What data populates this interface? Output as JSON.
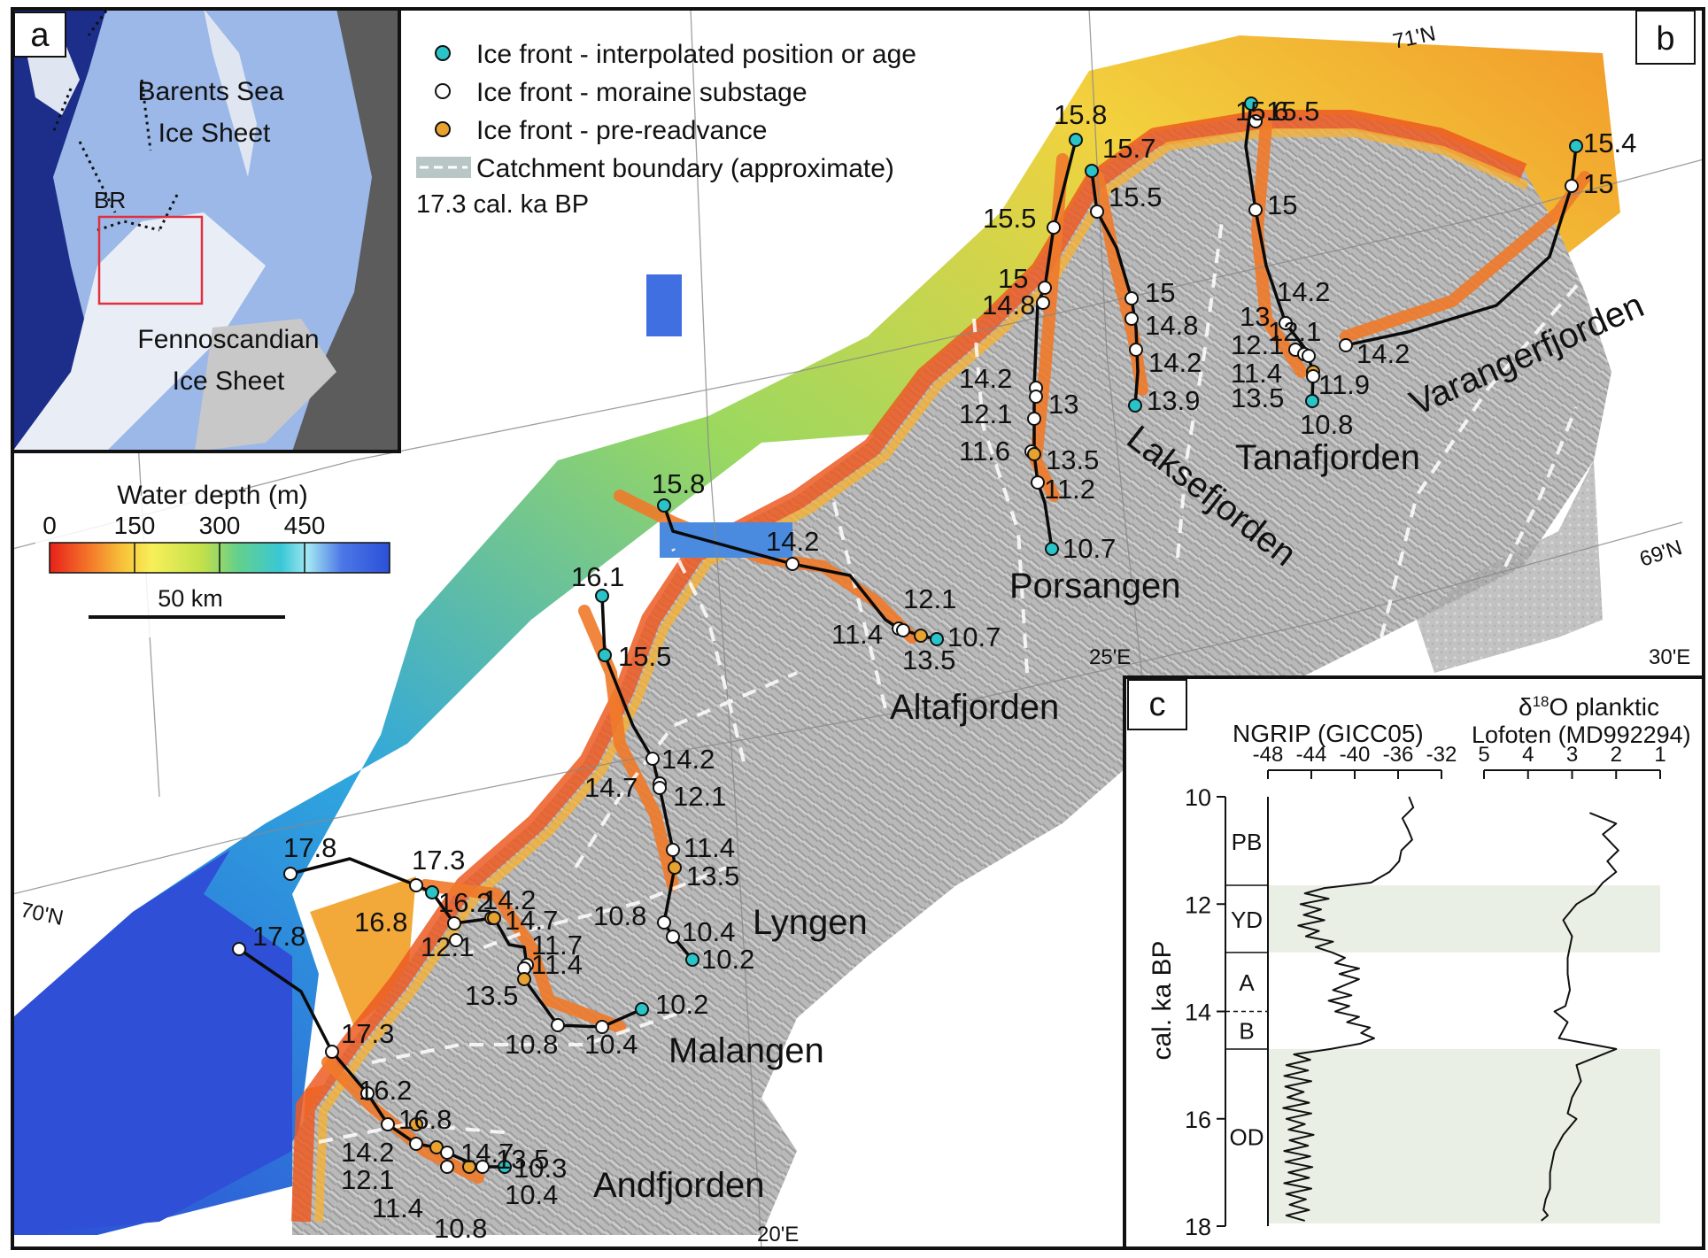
{
  "panels": {
    "a": "a",
    "b": "b",
    "c": "c"
  },
  "inset": {
    "barents": [
      "Barents Sea",
      "Ice Sheet"
    ],
    "fenno": [
      "Fennoscandian",
      "Ice Sheet"
    ],
    "br": "BR"
  },
  "legend": {
    "items": [
      {
        "label": "Ice front - interpolated position or age",
        "kind": "interp",
        "color": "#29c4c8"
      },
      {
        "label": "Ice front - moraine substage",
        "kind": "moraine",
        "color": "#ffffff"
      },
      {
        "label": "Ice front - pre-readvance",
        "kind": "pre",
        "color": "#e8a230"
      },
      {
        "label": "Catchment boundary (approximate)",
        "kind": "boundary",
        "color": "#b9c6c6"
      }
    ],
    "age_example": "17.3 cal. ka BP"
  },
  "depth_scale": {
    "title": "Water depth (m)",
    "ticks": [
      {
        "label": "0",
        "value": 0
      },
      {
        "label": "150",
        "value": 150
      },
      {
        "label": "300",
        "value": 300
      },
      {
        "label": "450",
        "value": 450
      }
    ],
    "max": 600,
    "colors": [
      "#e8201a",
      "#f47a2a",
      "#f7c53a",
      "#f7ef5a",
      "#c2e04a",
      "#66d08a",
      "#39c7d6",
      "#a2e6f2",
      "#4c77e6",
      "#2b50d8"
    ],
    "scale_bar": "50 km"
  },
  "graticule": {
    "n71": "71'N",
    "n69": "69'N",
    "n70": "70'N",
    "e25": "25'E",
    "e30": "30'E",
    "e20": "20'E"
  },
  "fjords": {
    "varanger": "Varangerfjorden",
    "tana": "Tanafjorden",
    "lakse": "Laksefjorden",
    "porsangen": "Porsangen",
    "alta": "Altafjorden",
    "lyngen": "Lyngen",
    "malangen": "Malangen",
    "andfjorden": "Andfjorden"
  },
  "ice_fronts": {
    "varanger": [
      {
        "age": "15.4",
        "kind": "interp"
      },
      {
        "age": "15",
        "kind": "moraine"
      },
      {
        "age": "14.2",
        "kind": "moraine"
      }
    ],
    "tana": [
      {
        "age": "15.6",
        "kind": "interp"
      },
      {
        "age": "15.5",
        "kind": "moraine"
      },
      {
        "age": "15",
        "kind": "moraine"
      },
      {
        "age": "14.2",
        "kind": "moraine"
      },
      {
        "age": "13",
        "kind": "moraine"
      },
      {
        "age": "12.1",
        "kind": "moraine"
      },
      {
        "age": "12.1",
        "kind": "moraine"
      },
      {
        "age": "11.4",
        "kind": "moraine"
      },
      {
        "age": "11.9",
        "kind": "pre"
      },
      {
        "age": "13.5",
        "kind": "moraine"
      },
      {
        "age": "10.8",
        "kind": "interp"
      }
    ],
    "lakse": [
      {
        "age": "15.7",
        "kind": "interp"
      },
      {
        "age": "15.5",
        "kind": "moraine"
      },
      {
        "age": "15",
        "kind": "moraine"
      },
      {
        "age": "14.8",
        "kind": "moraine"
      },
      {
        "age": "14.2",
        "kind": "moraine"
      },
      {
        "age": "13.9",
        "kind": "interp"
      }
    ],
    "porsangen": [
      {
        "age": "15.8",
        "kind": "interp"
      },
      {
        "age": "15.5",
        "kind": "moraine"
      },
      {
        "age": "15",
        "kind": "moraine"
      },
      {
        "age": "14.8",
        "kind": "moraine"
      },
      {
        "age": "14.2",
        "kind": "moraine"
      },
      {
        "age": "13",
        "kind": "moraine"
      },
      {
        "age": "12.1",
        "kind": "moraine"
      },
      {
        "age": "11.6",
        "kind": "moraine"
      },
      {
        "age": "13.5",
        "kind": "pre"
      },
      {
        "age": "11.2",
        "kind": "moraine"
      },
      {
        "age": "10.7",
        "kind": "interp"
      }
    ],
    "alta": [
      {
        "age": "15.8",
        "kind": "interp"
      },
      {
        "age": "14.2",
        "kind": "moraine"
      },
      {
        "age": "12.1",
        "kind": "moraine"
      },
      {
        "age": "11.4",
        "kind": "moraine"
      },
      {
        "age": "13.5",
        "kind": "pre"
      },
      {
        "age": "10.7",
        "kind": "interp"
      }
    ],
    "lyngen": [
      {
        "age": "16.1",
        "kind": "interp"
      },
      {
        "age": "15.5",
        "kind": "interp"
      },
      {
        "age": "14.2",
        "kind": "moraine"
      },
      {
        "age": "14.7",
        "kind": "moraine"
      },
      {
        "age": "12.1",
        "kind": "moraine"
      },
      {
        "age": "11.4",
        "kind": "moraine"
      },
      {
        "age": "13.5",
        "kind": "pre"
      },
      {
        "age": "10.8",
        "kind": "moraine"
      },
      {
        "age": "10.4",
        "kind": "moraine"
      },
      {
        "age": "10.2",
        "kind": "interp"
      }
    ],
    "malangen": [
      {
        "age": "17.8",
        "kind": "moraine"
      },
      {
        "age": "17.3",
        "kind": "moraine"
      },
      {
        "age": "16.2",
        "kind": "interp"
      },
      {
        "age": "14.2",
        "kind": "pre"
      },
      {
        "age": "14.7",
        "kind": "pre"
      },
      {
        "age": "16.8",
        "kind": "moraine"
      },
      {
        "age": "12.1",
        "kind": "moraine"
      },
      {
        "age": "11.7",
        "kind": "moraine"
      },
      {
        "age": "11.4",
        "kind": "moraine"
      },
      {
        "age": "13.5",
        "kind": "pre"
      },
      {
        "age": "10.8",
        "kind": "moraine"
      },
      {
        "age": "10.4",
        "kind": "moraine"
      },
      {
        "age": "10.2",
        "kind": "interp"
      }
    ],
    "andfjorden": [
      {
        "age": "17.8",
        "kind": "moraine"
      },
      {
        "age": "17.3",
        "kind": "moraine"
      },
      {
        "age": "16.2",
        "kind": "moraine"
      },
      {
        "age": "16.8",
        "kind": "pre"
      },
      {
        "age": "14.2",
        "kind": "moraine"
      },
      {
        "age": "14.7",
        "kind": "moraine"
      },
      {
        "age": "12.1",
        "kind": "pre"
      },
      {
        "age": "13.5",
        "kind": "moraine"
      },
      {
        "age": "11.4",
        "kind": "moraine"
      },
      {
        "age": "10.8",
        "kind": "pre"
      },
      {
        "age": "10.3",
        "kind": "interp"
      },
      {
        "age": "10.4",
        "kind": "moraine"
      }
    ]
  },
  "chart_data": {
    "type": "line",
    "ylabel": "cal. ka BP",
    "ylim": [
      18,
      10
    ],
    "yticks": [
      10,
      12,
      14,
      16,
      18
    ],
    "stadials": [
      {
        "label": "PB",
        "from": 10,
        "to": 11.65,
        "shaded": false
      },
      {
        "label": "YD",
        "from": 11.65,
        "to": 12.9,
        "shaded": true
      },
      {
        "label": "A",
        "from": 12.9,
        "to": 14.0,
        "shaded": false
      },
      {
        "label": "B",
        "from": 14.0,
        "to": 14.7,
        "shaded": false
      },
      {
        "label": "OD",
        "from": 14.7,
        "to": 17.95,
        "shaded": true
      }
    ],
    "series": [
      {
        "name": "NGRIP (GICC05)",
        "xlim": [
          -48,
          -32
        ],
        "xticks": [
          -48,
          -44,
          -40,
          -36,
          -32
        ],
        "values": [
          [
            10.0,
            -35.0
          ],
          [
            10.2,
            -34.6
          ],
          [
            10.4,
            -35.6
          ],
          [
            10.6,
            -35.1
          ],
          [
            10.8,
            -34.7
          ],
          [
            11.0,
            -35.7
          ],
          [
            11.2,
            -35.9
          ],
          [
            11.4,
            -36.8
          ],
          [
            11.6,
            -38.5
          ],
          [
            11.7,
            -42.8
          ],
          [
            11.8,
            -44.6
          ],
          [
            11.9,
            -42.4
          ],
          [
            12.0,
            -45.0
          ],
          [
            12.1,
            -43.1
          ],
          [
            12.2,
            -44.7
          ],
          [
            12.3,
            -42.8
          ],
          [
            12.4,
            -45.2
          ],
          [
            12.5,
            -43.3
          ],
          [
            12.6,
            -44.5
          ],
          [
            12.7,
            -42.0
          ],
          [
            12.8,
            -43.6
          ],
          [
            12.9,
            -42.1
          ],
          [
            13.0,
            -40.9
          ],
          [
            13.1,
            -41.8
          ],
          [
            13.2,
            -39.6
          ],
          [
            13.3,
            -41.4
          ],
          [
            13.4,
            -39.6
          ],
          [
            13.5,
            -40.8
          ],
          [
            13.6,
            -42.0
          ],
          [
            13.7,
            -40.3
          ],
          [
            13.8,
            -42.4
          ],
          [
            13.9,
            -40.5
          ],
          [
            14.0,
            -41.8
          ],
          [
            14.1,
            -39.6
          ],
          [
            14.2,
            -40.7
          ],
          [
            14.3,
            -38.6
          ],
          [
            14.4,
            -39.4
          ],
          [
            14.5,
            -38.2
          ],
          [
            14.6,
            -39.5
          ],
          [
            14.7,
            -42.2
          ],
          [
            14.8,
            -45.6
          ],
          [
            14.9,
            -44.1
          ],
          [
            15.0,
            -46.3
          ],
          [
            15.1,
            -44.3
          ],
          [
            15.2,
            -46.5
          ],
          [
            15.3,
            -44.0
          ],
          [
            15.4,
            -46.4
          ],
          [
            15.5,
            -44.7
          ],
          [
            15.6,
            -46.2
          ],
          [
            15.7,
            -44.2
          ],
          [
            15.8,
            -46.6
          ],
          [
            15.9,
            -44.0
          ],
          [
            16.0,
            -46.3
          ],
          [
            16.1,
            -44.6
          ],
          [
            16.2,
            -46.1
          ],
          [
            16.3,
            -43.8
          ],
          [
            16.4,
            -46.0
          ],
          [
            16.5,
            -44.3
          ],
          [
            16.6,
            -46.5
          ],
          [
            16.7,
            -44.1
          ],
          [
            16.8,
            -46.4
          ],
          [
            16.9,
            -43.9
          ],
          [
            17.0,
            -46.1
          ],
          [
            17.1,
            -44.2
          ],
          [
            17.2,
            -46.5
          ],
          [
            17.3,
            -44.0
          ],
          [
            17.4,
            -46.3
          ],
          [
            17.5,
            -44.5
          ],
          [
            17.6,
            -46.0
          ],
          [
            17.7,
            -44.2
          ],
          [
            17.8,
            -46.3
          ],
          [
            17.9,
            -44.6
          ]
        ]
      },
      {
        "name": "Lofoten (MD992294)",
        "xlim": [
          5,
          1
        ],
        "xticks": [
          5,
          4,
          3,
          2,
          1
        ],
        "values": [
          [
            10.3,
            2.6
          ],
          [
            10.5,
            2.0
          ],
          [
            10.7,
            2.3
          ],
          [
            11.0,
            1.95
          ],
          [
            11.2,
            2.2
          ],
          [
            11.4,
            2.0
          ],
          [
            11.6,
            2.3
          ],
          [
            11.8,
            2.5
          ],
          [
            12.0,
            2.9
          ],
          [
            12.3,
            3.2
          ],
          [
            12.6,
            3.0
          ],
          [
            13.0,
            3.1
          ],
          [
            13.3,
            3.1
          ],
          [
            13.6,
            3.05
          ],
          [
            13.9,
            3.15
          ],
          [
            14.0,
            3.4
          ],
          [
            14.2,
            3.1
          ],
          [
            14.5,
            3.3
          ],
          [
            14.7,
            2.0
          ],
          [
            15.0,
            2.9
          ],
          [
            15.3,
            2.8
          ],
          [
            15.6,
            3.0
          ],
          [
            15.9,
            3.1
          ],
          [
            16.0,
            2.9
          ],
          [
            16.3,
            3.2
          ],
          [
            16.6,
            3.4
          ],
          [
            17.0,
            3.5
          ],
          [
            17.3,
            3.5
          ],
          [
            17.5,
            3.6
          ],
          [
            17.7,
            3.65
          ],
          [
            17.8,
            3.55
          ],
          [
            17.9,
            3.7
          ]
        ]
      }
    ],
    "labels": {
      "ngrip_title": "NGRIP (GICC05)",
      "lofoten_title": "Lofoten (MD992294)",
      "d18o_delta": "δ",
      "d18o_sup": "18",
      "d18o_rest": "O planktic"
    }
  }
}
